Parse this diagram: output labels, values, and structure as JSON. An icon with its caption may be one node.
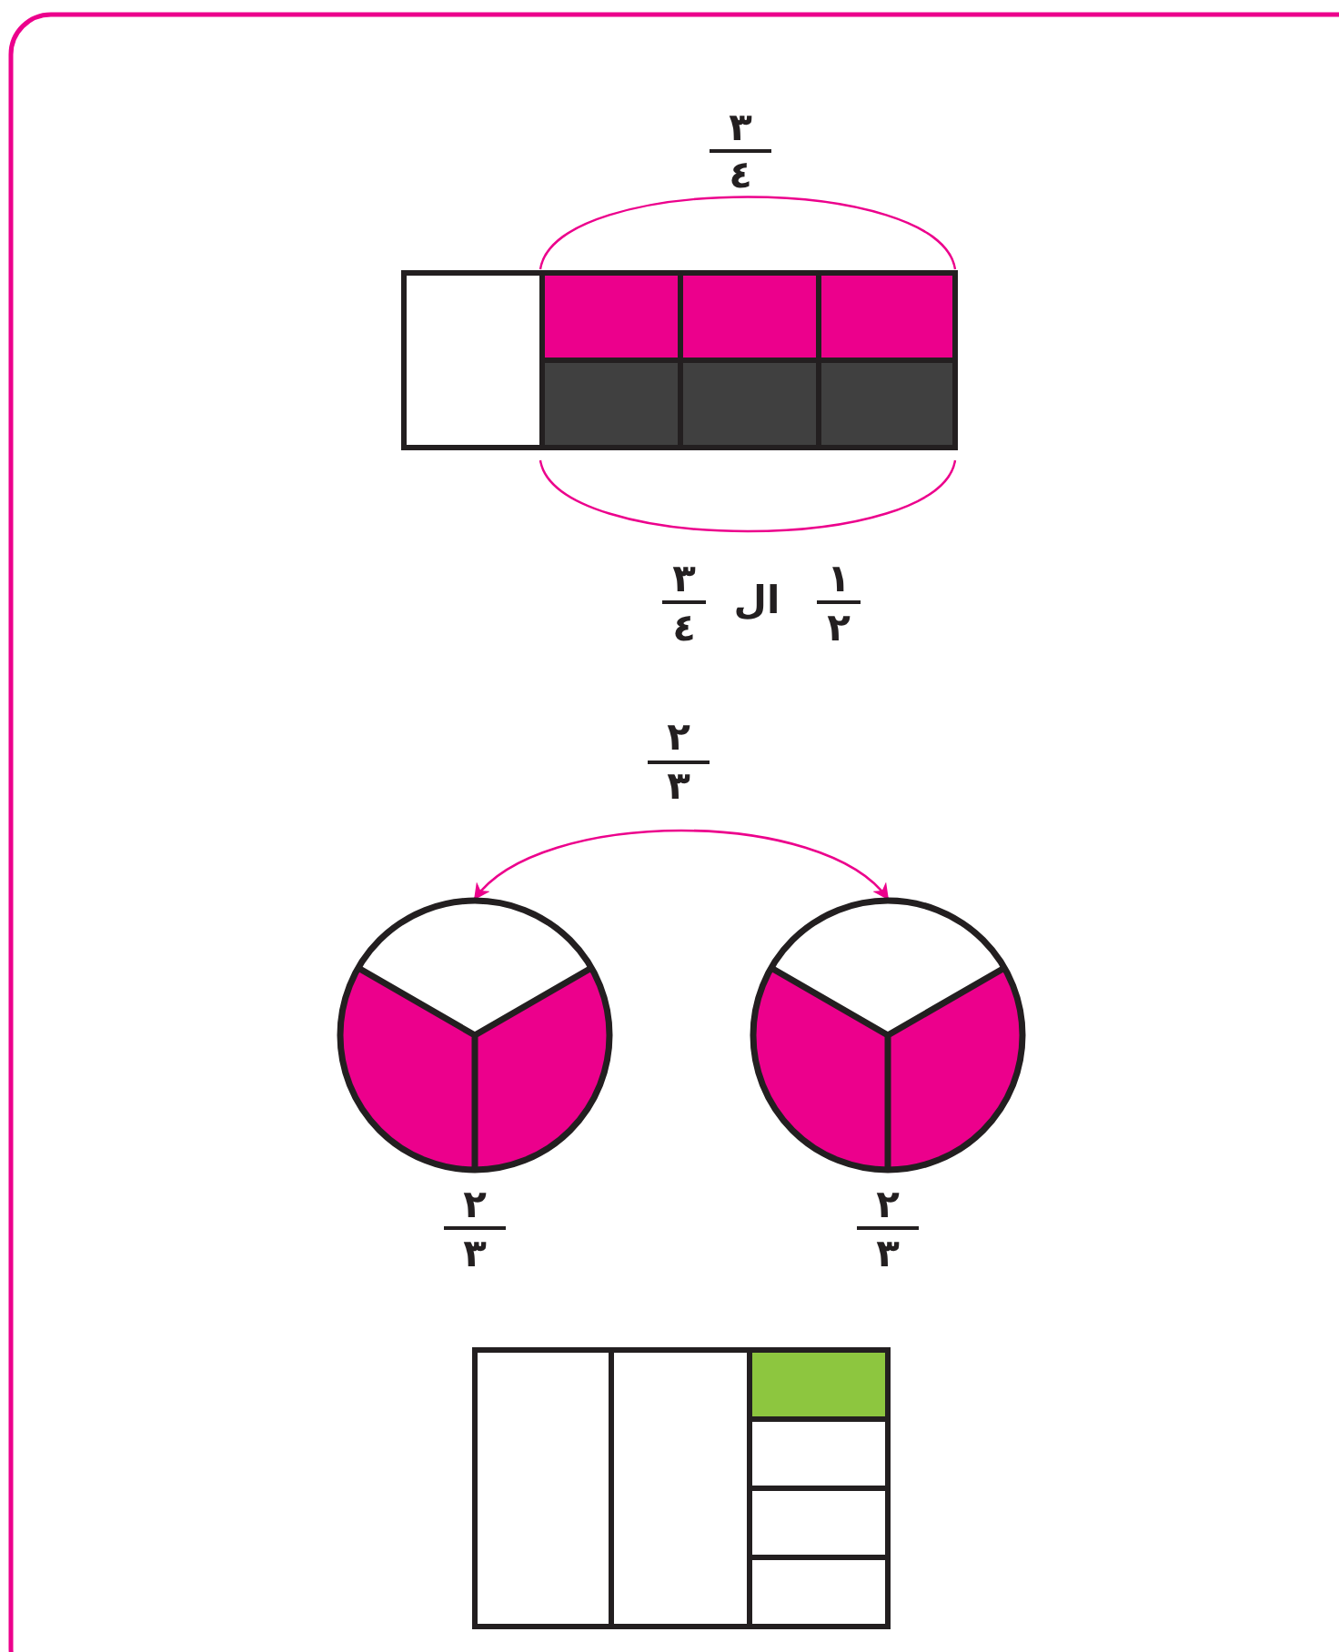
{
  "diagram": {
    "nodes": [
      {
        "text": [],
        "shape": "circle",
        "beside": [
          "٢",
          "٣"
        ]
      },
      {
        "text": [],
        "shape": "circle",
        "beside": [
          "٢",
          "٣"
        ]
      }
    ],
    "edges": [
      {
        "from": 0,
        "to": 1,
        "arrow": "both"
      }
    ],
    "labels": [
      "٣",
      "٤",
      "١",
      "٢",
      "ال",
      "٣",
      "٤",
      "٢",
      "٣"
    ]
  }
}
